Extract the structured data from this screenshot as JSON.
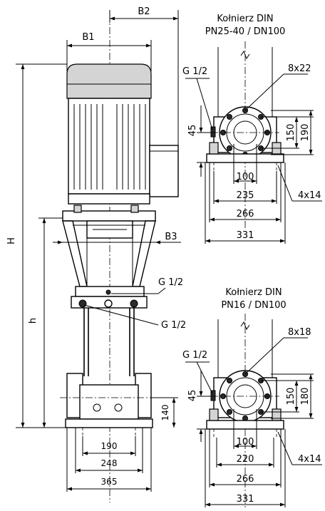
{
  "dimensions": {
    "B1": "B1",
    "B2": "B2",
    "B3": "B3",
    "H": "H",
    "h": "h",
    "base_140": "140",
    "base_190": "190",
    "base_248": "248",
    "base_365": "365"
  },
  "connections": {
    "g_upper": "G 1/2",
    "g_lower": "G 1/2"
  },
  "flange_top": {
    "title_line1": "Kołnierz DIN",
    "title_line2": "PN25-40 / DN100",
    "g_label": "G 1/2",
    "bolts": "8x22",
    "d45": "45",
    "d150": "150",
    "d190": "190",
    "d100": "100",
    "d235": "235",
    "d266": "266",
    "d331": "331",
    "holes": "4x14"
  },
  "flange_bottom": {
    "title_line1": "Kołnierz DIN",
    "title_line2": "PN16 / DN100",
    "g_label": "G 1/2",
    "bolts": "8x18",
    "d45": "45",
    "d150": "150",
    "d180": "180",
    "d100": "100",
    "d220": "220",
    "d266": "266",
    "d331": "331",
    "holes": "4x14"
  }
}
